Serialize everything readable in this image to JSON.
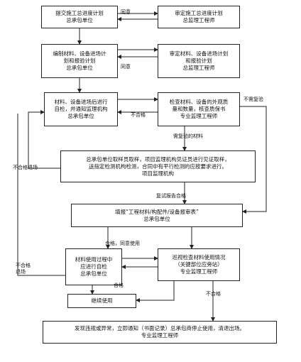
{
  "boxes": {
    "b1": [
      "提交施工总进度计划",
      "总承包单位"
    ],
    "b2": [
      "审定施工总进度计划",
      "总监理工程师"
    ],
    "b3": [
      "编制材料、设备进场计",
      "划和报验计划",
      "总承包单位"
    ],
    "b4": [
      "审定材料、设备进场计划",
      "和报验计划",
      "总监理工程师"
    ],
    "b5": [
      "材料、设备进场后进行",
      "自检，并通知监理机构",
      "总承包单位"
    ],
    "b6": [
      "检查材料、设备的外观质",
      "量和数量，核查质保书",
      "专业监理工程师"
    ],
    "b7": [
      "总承包单位取样员取样，项目监理机构见证员进行见证取样，",
      "送指定检测机构检测，合同中有平行检测的应按要求进行。",
      "项目监理机构"
    ],
    "b8": [
      "填报“工程材料/构配件/设备报审表”",
      "总承包单位"
    ],
    "b9": [
      "材料使用过程中",
      "应进行自检",
      "总承包单位"
    ],
    "b10": [
      "巡视检查材料使用情况",
      "（关键部位应旁站）",
      "专业监理工程师"
    ],
    "b11": [
      "继续使用"
    ],
    "b12": [
      "发现违规或异常，立即通知（书面记录）总承包商停止使用，清退出场。",
      "专业监理工程师"
    ]
  },
  "labels": {
    "l_approve1": "同意",
    "l_approve2": "同意",
    "l_unqualified1": "不合格",
    "l_need_retest": "不需复验",
    "l_need_retest_material": "需复验的材料",
    "l_unqualified_exit": "不合格退场",
    "l_retest_pass": "复试报告合格",
    "l_pass_agree": "合格，同意使用",
    "l_unqualified_exit2": "不合格\n退场",
    "l_pass2": "合格",
    "l_unqualified2": "不合格"
  }
}
